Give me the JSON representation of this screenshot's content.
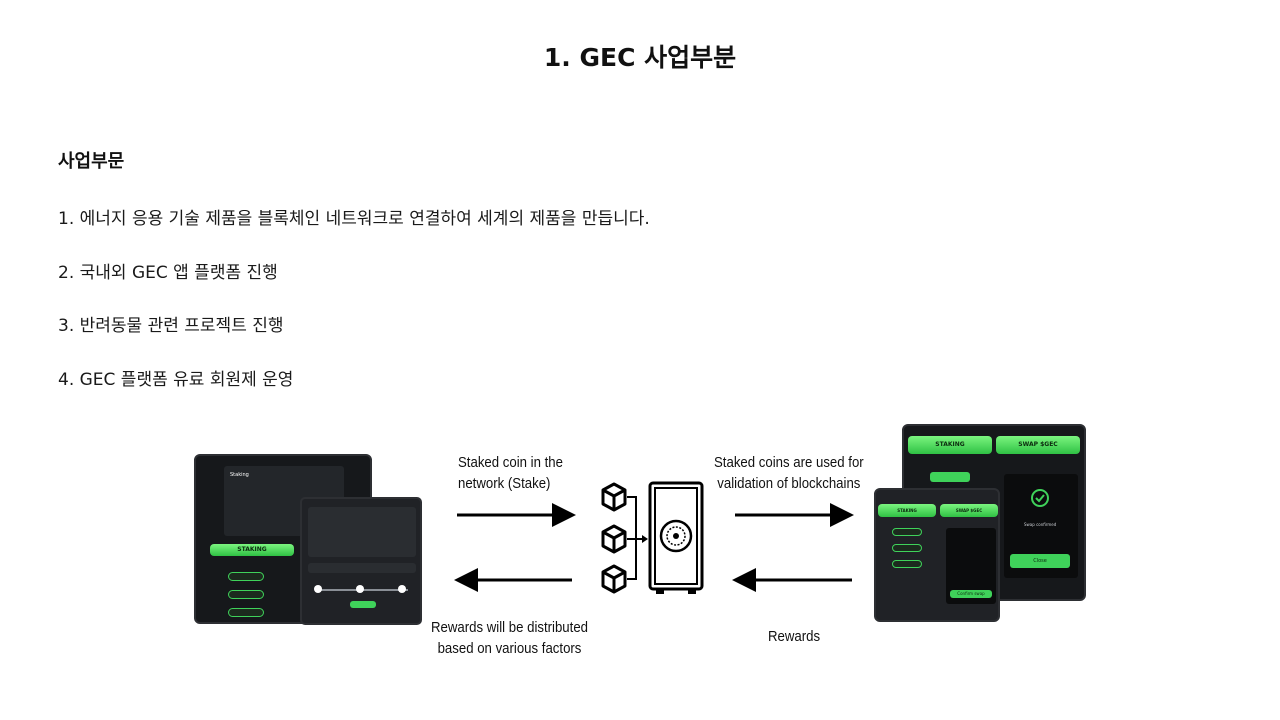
{
  "slide": {
    "title": "1. GEC 사업부분"
  },
  "section": {
    "heading": "사업부문",
    "items": [
      "1. 에너지 응용 기술 제품을 블록체인 네트워크로 연결하여 세계의 제품을 만듭니다.",
      "2. 국내외 GEC 앱 플랫폼 진행",
      "3. 반려동물 관련 프로젝트 진행",
      "4. GEC 플랫폼 유료 회원제 운영"
    ]
  },
  "diagram": {
    "stake_caption": [
      "Staked coin in the",
      "network (Stake)"
    ],
    "validation_caption": [
      "Staked coins are used for",
      "validation of blockchains"
    ],
    "rewards_distributed_caption": [
      "Rewards will be distributed",
      "based on various factors"
    ],
    "rewards_caption": "Rewards",
    "left_app": {
      "screen_title": "Staking",
      "staking_button": "STAKING"
    },
    "right_app": {
      "tab_staking": "STAKING",
      "tab_swap": "SWAP $GEC",
      "swap_status": "Swap confirmed",
      "close_button": "Close",
      "confirm_button": "Confirm swap"
    },
    "icons": {
      "coins": "cube-icon",
      "vault": "safe-icon"
    },
    "colors": {
      "accent_green": "#3fd25a",
      "device_dark": "#16181b",
      "arrow": "#000000"
    }
  }
}
